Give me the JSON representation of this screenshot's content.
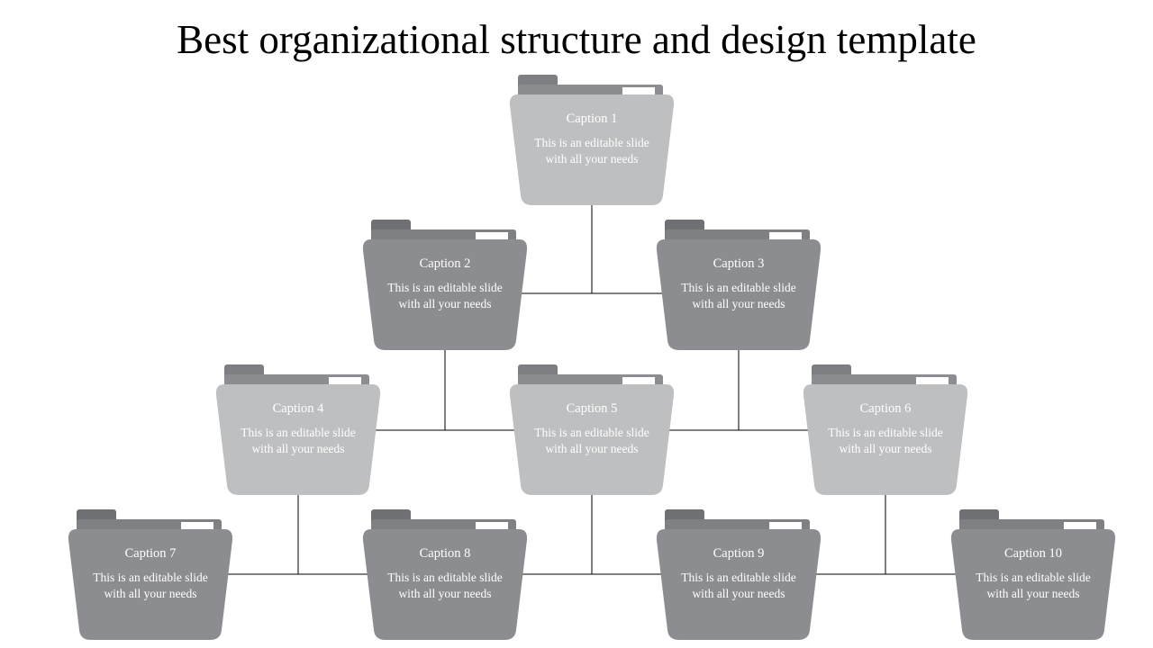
{
  "title": "Best organizational structure and design template",
  "nodes": [
    {
      "caption": "Caption 1",
      "text": "This is an editable slide with all your needs",
      "shade": "light"
    },
    {
      "caption": "Caption 2",
      "text": "This is an editable slide with all your needs",
      "shade": "dark"
    },
    {
      "caption": "Caption 3",
      "text": "This is an editable slide with all your needs",
      "shade": "dark"
    },
    {
      "caption": "Caption 4",
      "text": "This is an editable slide with all your needs",
      "shade": "light"
    },
    {
      "caption": "Caption 5",
      "text": "This is an editable slide with all your needs",
      "shade": "light"
    },
    {
      "caption": "Caption 6",
      "text": "This is an editable slide with all your needs",
      "shade": "light"
    },
    {
      "caption": "Caption 7",
      "text": "This is an editable slide with all your needs",
      "shade": "dark"
    },
    {
      "caption": "Caption 8",
      "text": "This is an editable slide with all your needs",
      "shade": "dark"
    },
    {
      "caption": "Caption 9",
      "text": "This is an editable slide with all your needs",
      "shade": "dark"
    },
    {
      "caption": "Caption 10",
      "text": "This is an editable slide with all your needs",
      "shade": "dark"
    }
  ],
  "colors": {
    "light_folder": "#bebfc1",
    "dark_folder": "#8c8d91",
    "text": "#ffffff",
    "connector": "#000000"
  }
}
